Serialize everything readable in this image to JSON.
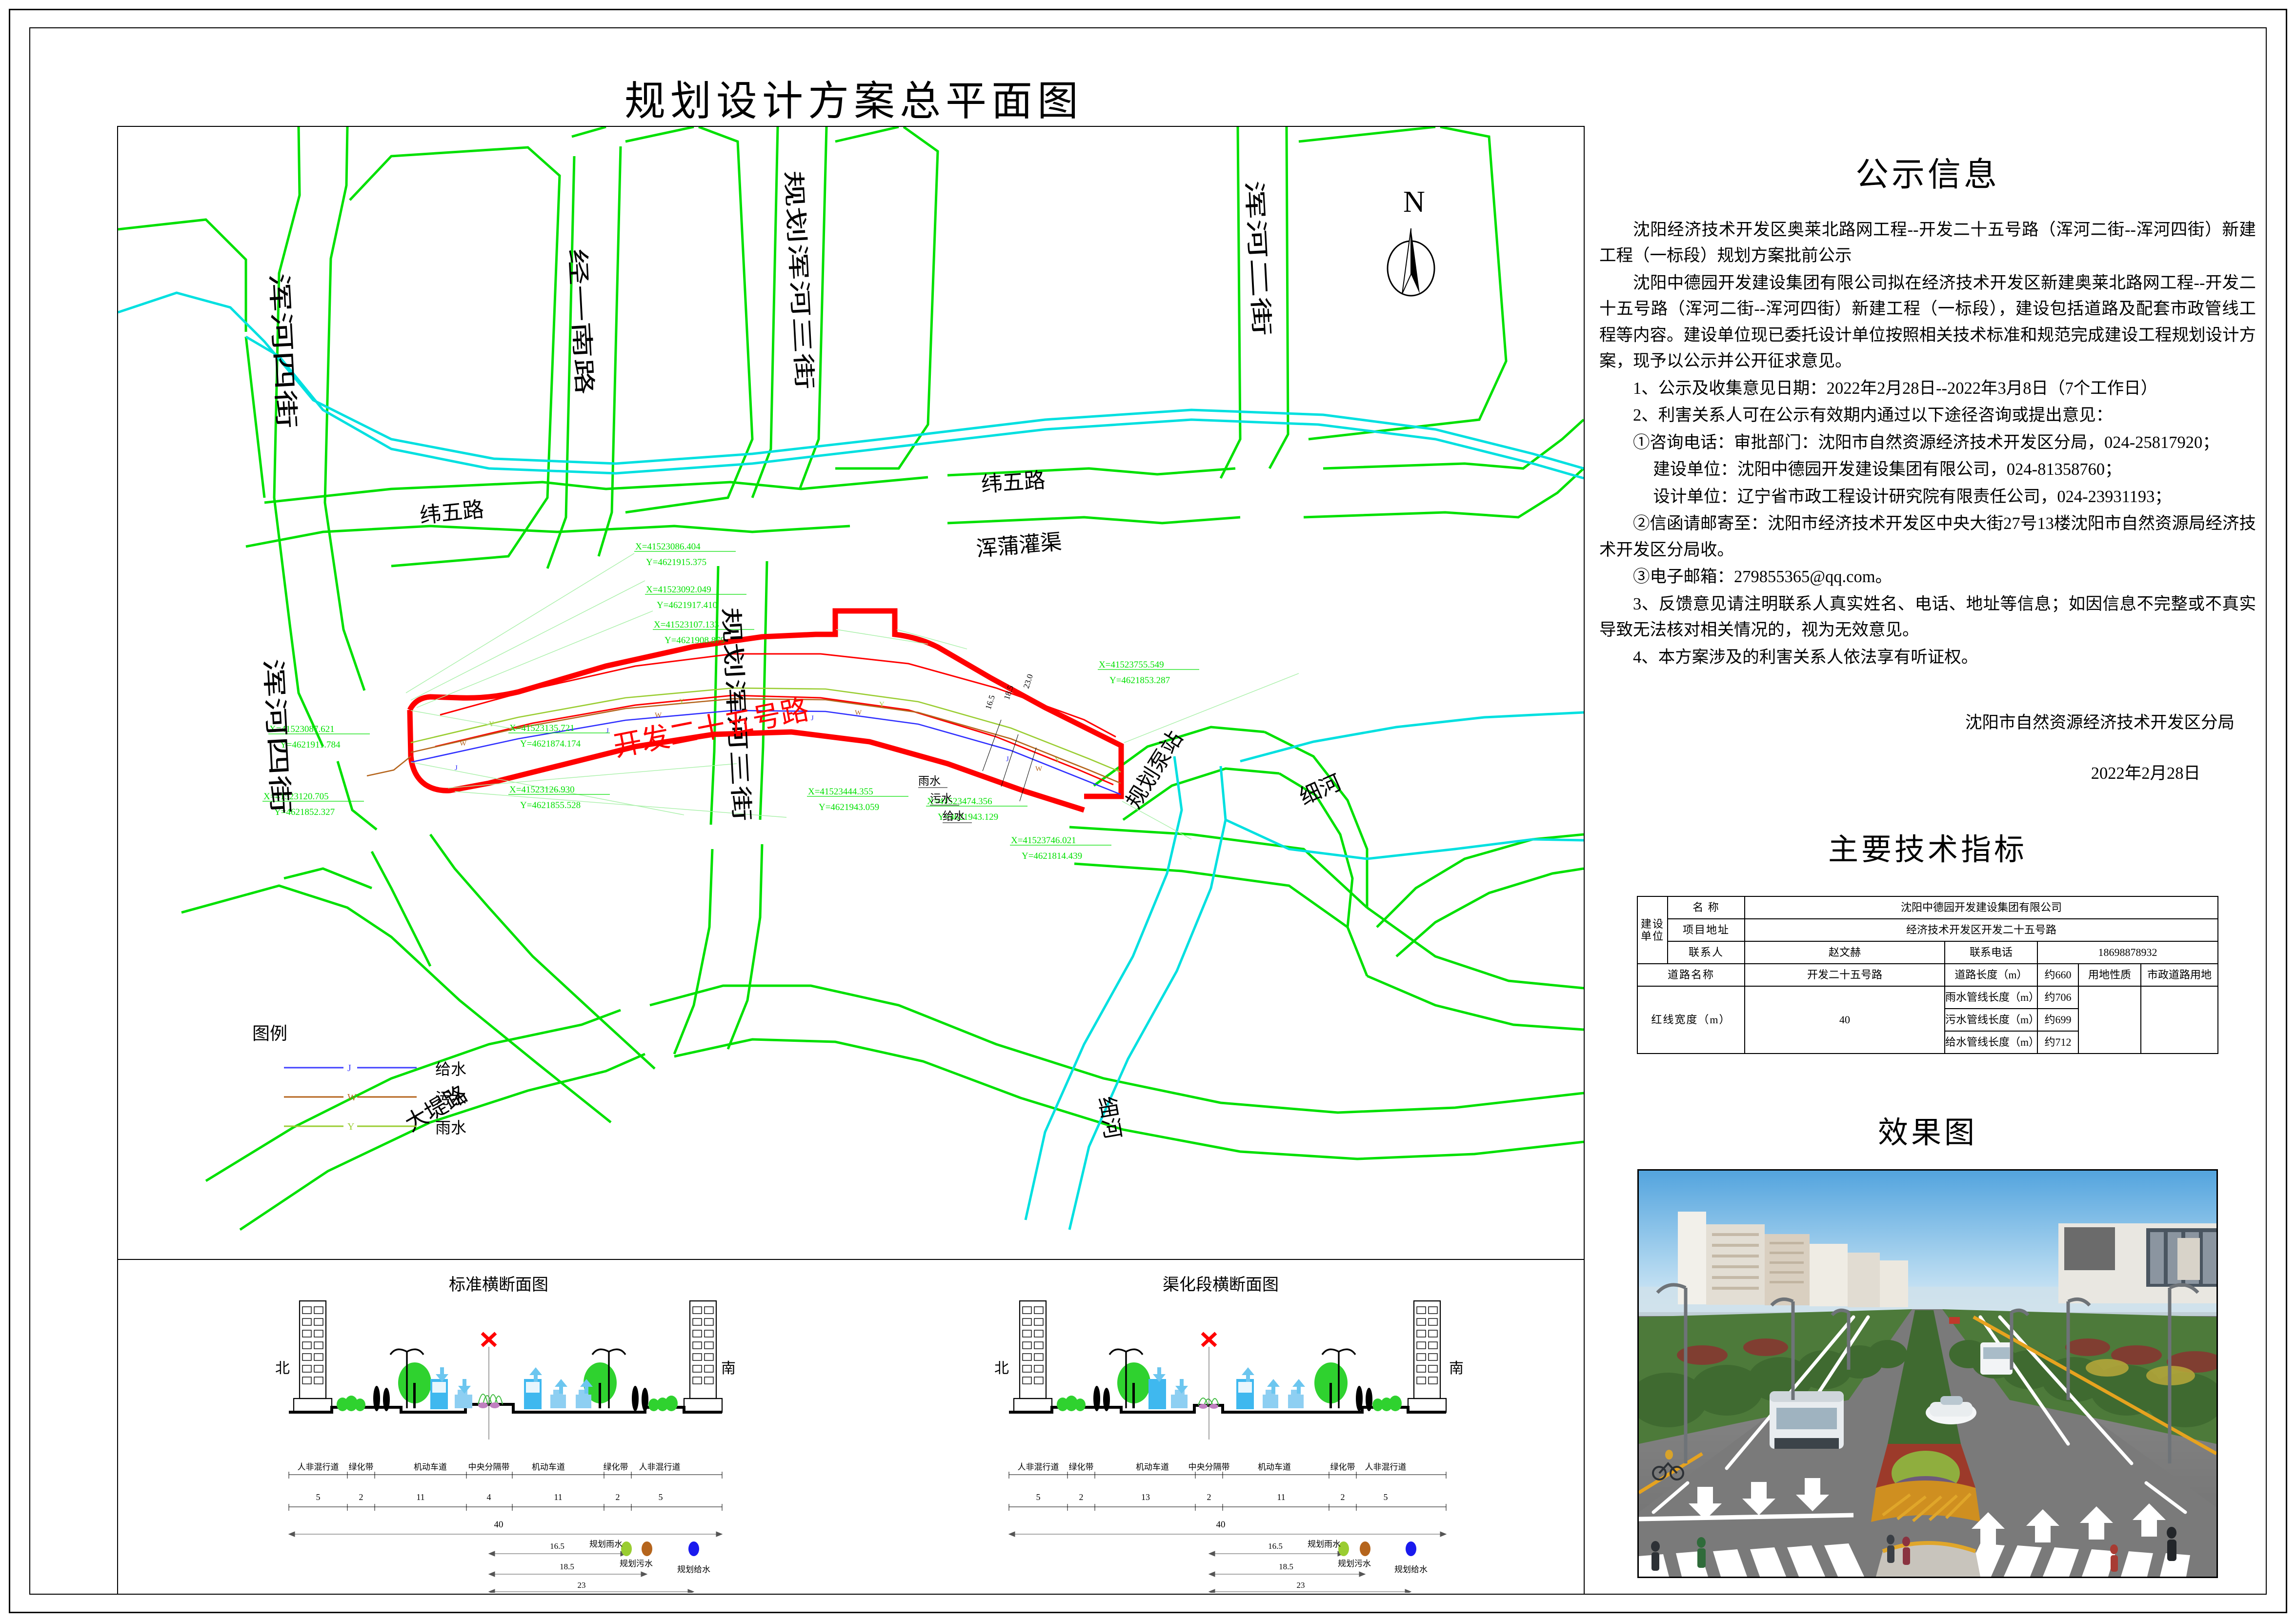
{
  "sheet": {
    "title": "规划设计方案总平面图"
  },
  "notice": {
    "heading": "公示信息",
    "paragraphs": [
      "沈阳经济技术开发区奥莱北路网工程--开发二十五号路（浑河二街--浑河四街）新建工程（一标段）规划方案批前公示",
      "沈阳中德园开发建设集团有限公司拟在经济技术开发区新建奥莱北路网工程--开发二十五号路（浑河二街--浑河四街）新建工程（一标段），建设包括道路及配套市政管线工程等内容。建设单位现已委托设计单位按照相关技术标准和规范完成建设工程规划设计方案，现予以公示并公开征求意见。",
      "1、公示及收集意见日期：2022年2月28日--2022年3月8日（7个工作日）",
      "2、利害关系人可在公示有效期内通过以下途径咨询或提出意见：",
      "①咨询电话：审批部门：沈阳市自然资源经济技术开发区分局，024-25817920；",
      "建设单位：沈阳中德园开发建设集团有限公司，024-81358760；",
      "设计单位：辽宁省市政工程设计研究院有限责任公司，024-23931193；",
      "②信函请邮寄至：沈阳市经济技术开发区中央大街27号13楼沈阳市自然资源局经济技术开发区分局收。",
      "③电子邮箱：279855365@qq.com。",
      "3、反馈意见请注明联系人真实姓名、电话、地址等信息；如因信息不完整或不真实导致无法核对相关情况的，视为无效意见。",
      "4、本方案涉及的利害关系人依法享有听证权。"
    ],
    "signature": "沈阳市自然资源经济技术开发区分局",
    "date": "2022年2月28日"
  },
  "tech": {
    "heading": "主要技术指标",
    "row_unit_label": "建设单位",
    "labels": {
      "name": "名  称",
      "address": "项目地址",
      "contact": "联系人",
      "phone": "联系电话",
      "road_name": "道路名称",
      "road_length": "道路长度（m）",
      "land_nature": "用地性质",
      "red_width": "红线宽度（m）",
      "rain_len": "雨水管线长度（m）",
      "sewer_len": "污水管线长度（m）",
      "water_len": "给水管线长度（m）"
    },
    "values": {
      "name": "沈阳中德园开发建设集团有限公司",
      "address": "经济技术开发区开发二十五号路",
      "contact": "赵文赫",
      "phone": "18698878932",
      "road_name": "开发二十五号路",
      "road_length": "约660",
      "land_nature": "市政道路用地",
      "red_width": "40",
      "rain_len": "约706",
      "sewer_len": "约699",
      "water_len": "约712"
    }
  },
  "effect": {
    "heading": "效果图"
  },
  "map": {
    "north_label": "N",
    "road_label_main": "开发二十五号路",
    "street_labels": [
      {
        "text": "浑河四街"
      },
      {
        "text": "经一南路"
      },
      {
        "text": "规划浑河三街"
      },
      {
        "text": "浑河二街"
      },
      {
        "text": "纬五路"
      },
      {
        "text": "纬五路"
      },
      {
        "text": "浑蒲灌渠"
      },
      {
        "text": "规划浑河三街"
      },
      {
        "text": "浑河四街"
      },
      {
        "text": "规划泵站"
      },
      {
        "text": "细河"
      },
      {
        "text": "细河"
      },
      {
        "text": "大堤路"
      }
    ],
    "pipe_callouts": [
      "雨水",
      "污水",
      "给水"
    ],
    "offset_labels": [
      "16.5",
      "18.5",
      "23.0"
    ],
    "coordinates": [
      {
        "x": "X=41523086.404",
        "y": "Y=4621915.375"
      },
      {
        "x": "X=41523092.049",
        "y": "Y=4621917.410"
      },
      {
        "x": "X=41523107.133",
        "y": "Y=4621908.879"
      },
      {
        "x": "X=41523444.355",
        "y": "Y=4621943.059"
      },
      {
        "x": "X=41523474.356",
        "y": "Y=4621943.129"
      },
      {
        "x": "X=41523755.549",
        "y": "Y=4621853.287"
      },
      {
        "x": "X=41523087.621",
        "y": "Y=4621911.784"
      },
      {
        "x": "X=41523135.721",
        "y": "Y=4621874.174"
      },
      {
        "x": "X=41523120.705",
        "y": "Y=4621852.327"
      },
      {
        "x": "X=41523126.930",
        "y": "Y=4621855.528"
      },
      {
        "x": "X=41523746.021",
        "y": "Y=4621814.439"
      }
    ],
    "legend": {
      "title": "图例",
      "items": [
        {
          "symbol": "J",
          "label": "给水",
          "color": "#4040ff"
        },
        {
          "symbol": "W",
          "label": "污水",
          "color": "#b5651d"
        },
        {
          "symbol": "Y",
          "label": "雨水",
          "color": "#9acd32"
        }
      ]
    }
  },
  "cross_sections": [
    {
      "title": "标准横断面图",
      "left_dir": "北",
      "right_dir": "南",
      "zone_labels": [
        "人非混行道",
        "绿化带",
        "机动车道",
        "中央分隔带",
        "机动车道",
        "绿化带",
        "人非混行道"
      ],
      "zone_widths": [
        "5",
        "2",
        "11",
        "4",
        "11",
        "2",
        "5"
      ],
      "total": "40",
      "pipe_dims": [
        "16.5",
        "18.5",
        "23"
      ],
      "pipe_labels": [
        "规划雨水",
        "规划污水",
        "规划给水"
      ]
    },
    {
      "title": "渠化段横断面图",
      "left_dir": "北",
      "right_dir": "南",
      "zone_labels": [
        "人非混行道",
        "绿化带",
        "机动车道",
        "中央分隔带",
        "机动车道",
        "绿化带",
        "人非混行道"
      ],
      "zone_widths": [
        "5",
        "2",
        "13",
        "2",
        "11",
        "2",
        "5"
      ],
      "total": "40",
      "pipe_dims": [
        "16.5",
        "18.5",
        "23"
      ],
      "pipe_labels": [
        "规划雨水",
        "规划污水",
        "规划给水"
      ]
    }
  ]
}
